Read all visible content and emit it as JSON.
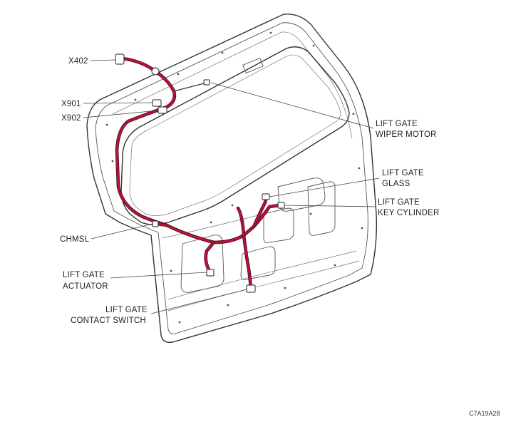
{
  "labels": {
    "x402": "X402",
    "x901": "X901",
    "x902": "X902",
    "wiper_1": "LIFT GATE",
    "wiper_2": "WIPER MOTOR",
    "glass_1": "LIFT GATE",
    "glass_2": "GLASS",
    "keycyl_1": "LIFT GATE",
    "keycyl_2": "KEY CYLINDER",
    "chmsl": "CHMSL",
    "actuator_1": "LIFT GATE",
    "actuator_2": "ACTUATOR",
    "contact_1": "LIFT GATE",
    "contact_2": "CONTACT SWITCH"
  },
  "figure_id": "C7A19A28",
  "colors": {
    "harness": "#b5123a",
    "line": "#333333"
  }
}
